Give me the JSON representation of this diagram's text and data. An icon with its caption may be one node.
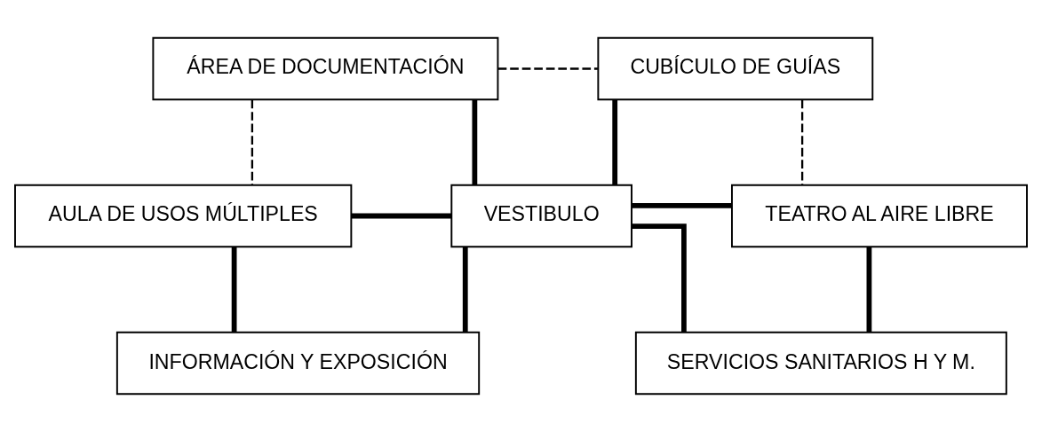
{
  "diagram": {
    "nodes": [
      {
        "text": [
          "ÁREA DE DOCUMENTACIÓN"
        ]
      },
      {
        "text": [
          "CUBÍCULO DE GUÍAS"
        ]
      },
      {
        "text": [
          "AULA DE USOS MÚLTIPLES"
        ]
      },
      {
        "text": [
          "VESTIBULO"
        ]
      },
      {
        "text": [
          "TEATRO AL AIRE LIBRE"
        ]
      },
      {
        "text": [
          "INFORMACIÓN Y EXPOSICIÓN"
        ]
      },
      {
        "text": [
          "SERVICIOS SANITARIOS H Y M."
        ]
      }
    ],
    "edges": [
      {
        "from": 0,
        "to": 1,
        "arrow": "none",
        "style": "dashed"
      },
      {
        "from": 0,
        "to": 2,
        "arrow": "none",
        "style": "dashed"
      },
      {
        "from": 1,
        "to": 4,
        "arrow": "none",
        "style": "dashed"
      },
      {
        "from": 0,
        "to": 3,
        "arrow": "none"
      },
      {
        "from": 1,
        "to": 3,
        "arrow": "none"
      },
      {
        "from": 2,
        "to": 3,
        "arrow": "none"
      },
      {
        "from": 3,
        "to": 4,
        "arrow": "none"
      },
      {
        "from": 2,
        "to": 5,
        "arrow": "none"
      },
      {
        "from": 3,
        "to": 5,
        "arrow": "none"
      },
      {
        "from": 3,
        "to": 6,
        "arrow": "none"
      },
      {
        "from": 4,
        "to": 6,
        "arrow": "none"
      }
    ]
  }
}
